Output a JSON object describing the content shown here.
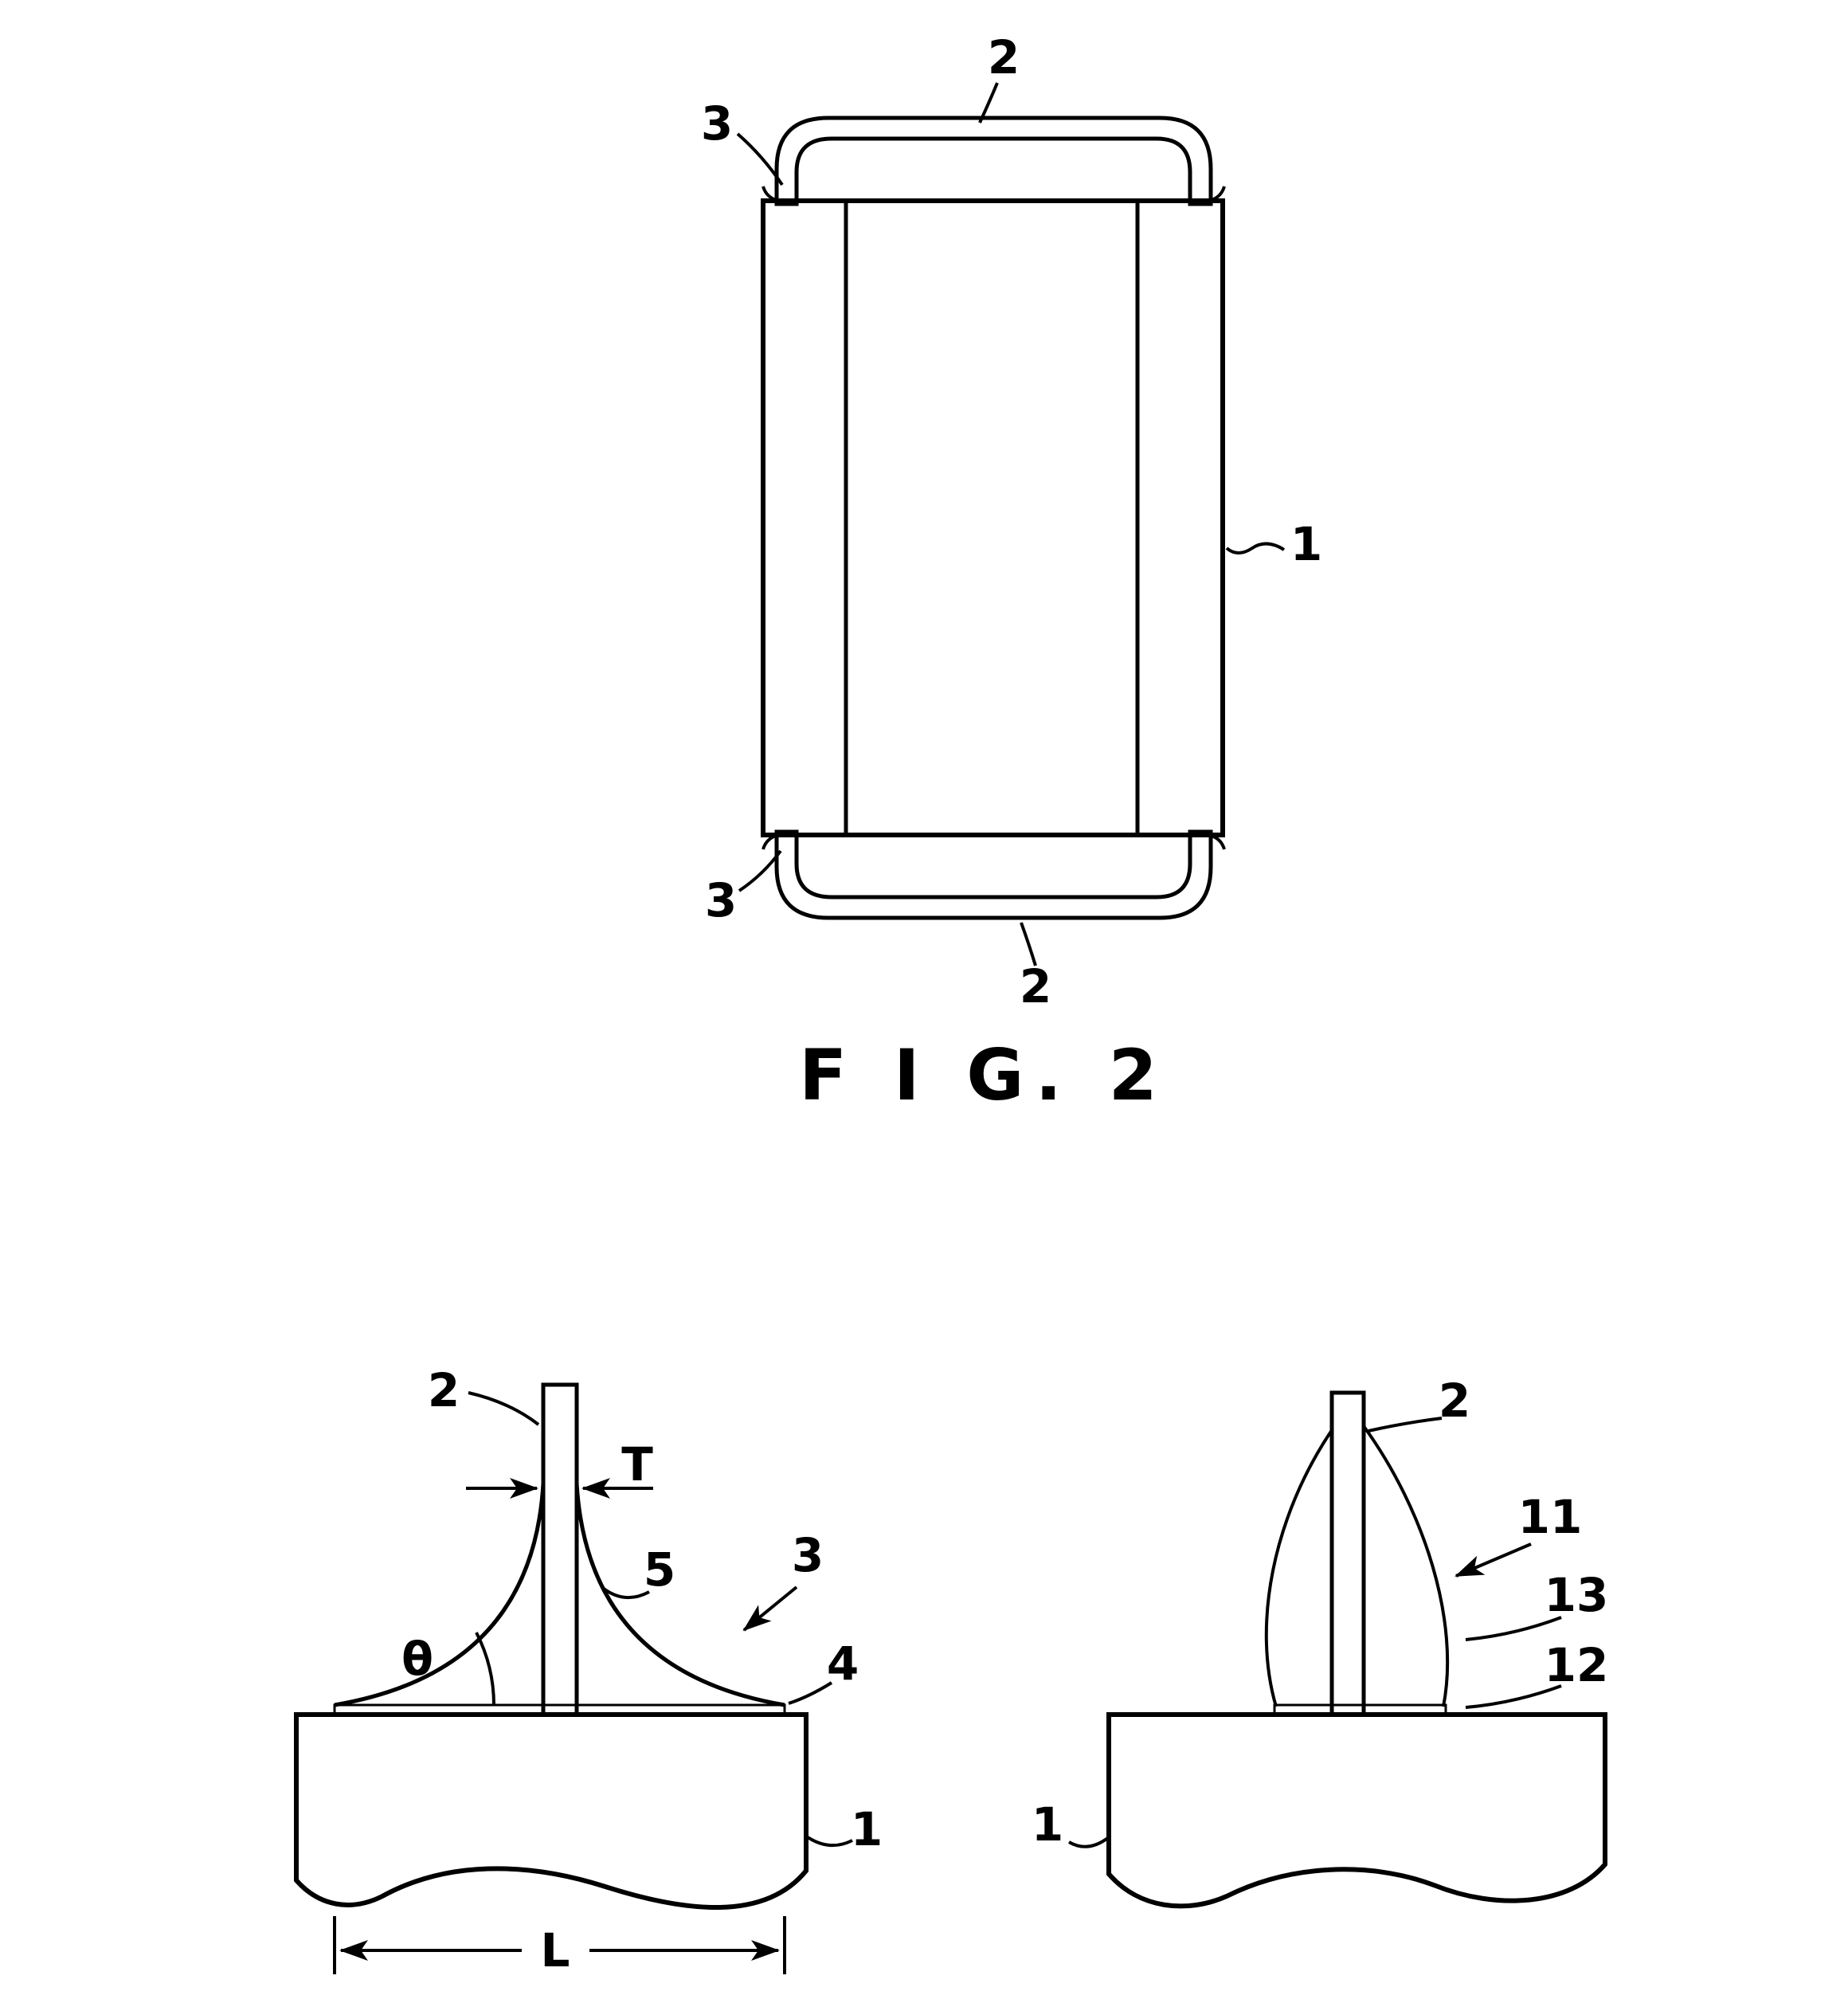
{
  "page": {
    "background": "#ffffff",
    "line_color": "#000000"
  },
  "fig2": {
    "caption": "F I G.  2",
    "labels": {
      "electrode_top": "2",
      "corner_top": "3",
      "body": "1",
      "corner_bottom": "3",
      "electrode_bottom": "2"
    }
  },
  "detail_left": {
    "labels": {
      "electrode": "2",
      "thickness": "T",
      "fillet_surface": "5",
      "fillet": "3",
      "land_layer": "4",
      "contact_angle": "θ",
      "substrate": "1",
      "land_length": "L"
    }
  },
  "detail_right": {
    "labels": {
      "electrode": "2",
      "coating": "11",
      "coating_inner": "13",
      "land_layer": "12",
      "substrate": "1"
    }
  }
}
